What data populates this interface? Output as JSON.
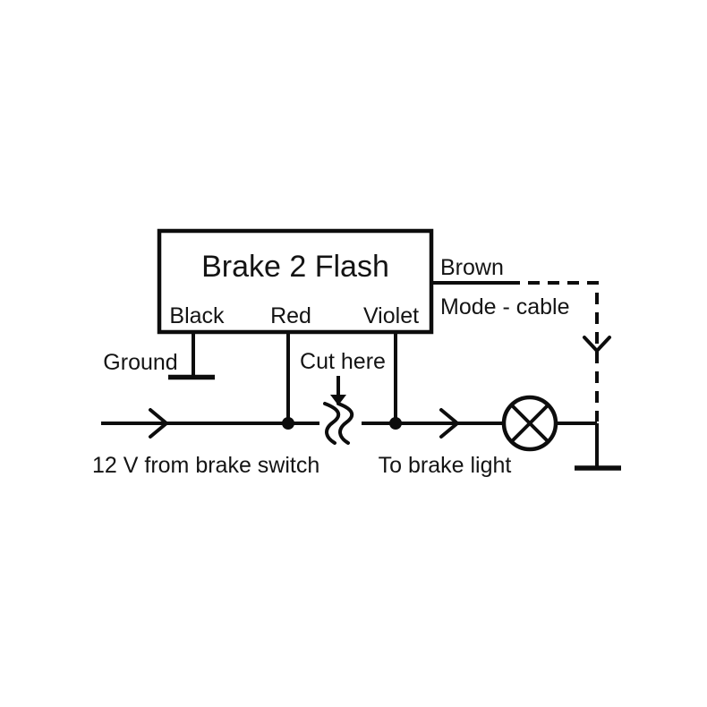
{
  "diagram": {
    "type": "wiring-schematic",
    "background_color": "#ffffff",
    "line_color": "#0d0d0d",
    "module": {
      "title": "Brake 2 Flash",
      "terminals": [
        "Black",
        "Red",
        "Violet"
      ]
    },
    "labels": {
      "ground": "Ground",
      "brown": "Brown",
      "mode_cable": "Mode - cable",
      "cut_here": "Cut here",
      "supply": "12 V from brake switch",
      "to_brake_light": "To brake light"
    }
  }
}
